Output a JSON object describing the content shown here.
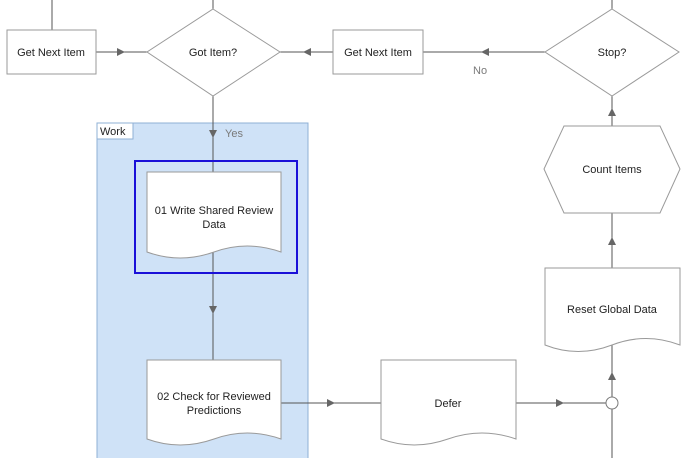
{
  "nodes": {
    "get_next_item_left": "Get Next Item",
    "got_item": "Got Item?",
    "get_next_item_right": "Get Next Item",
    "stop": "Stop?",
    "count_items": "Count Items",
    "reset_global_data": "Reset Global Data",
    "write_shared_review_line1": "01 Write Shared Review",
    "write_shared_review_line2": "Data",
    "check_reviewed_line1": "02 Check for Reviewed",
    "check_reviewed_line2": "Predictions",
    "defer": "Defer"
  },
  "block": {
    "label": "Work"
  },
  "edge_labels": {
    "yes": "Yes",
    "no": "No"
  },
  "colors": {
    "block_fill": "#cfe2f7",
    "block_border": "#8fb0d6",
    "selection": "#1a10d8"
  }
}
